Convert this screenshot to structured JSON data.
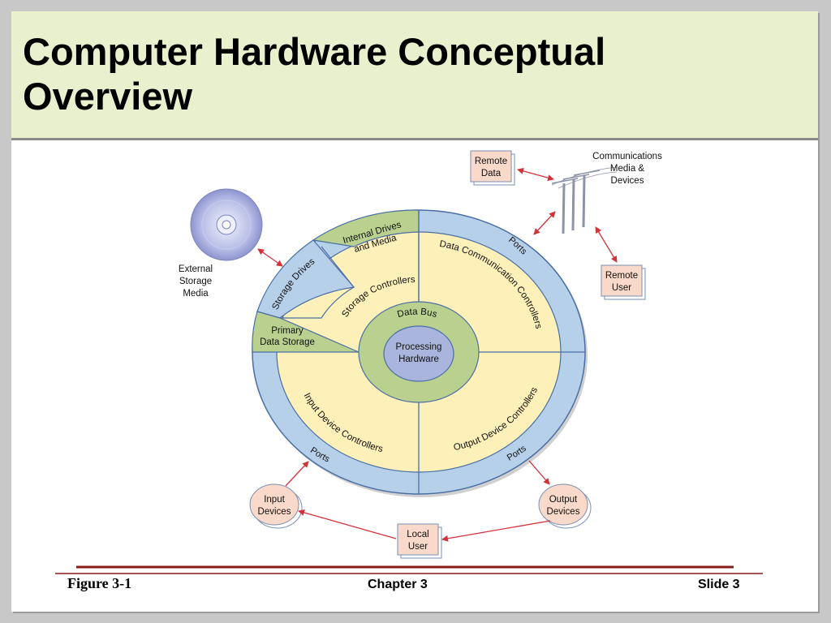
{
  "slide": {
    "title": "Computer Hardware Conceptual Overview",
    "title_line1": "Computer Hardware Conceptual",
    "title_line2": "Overview"
  },
  "diagram": {
    "center": {
      "line1": "Processing",
      "line2": "Hardware"
    },
    "data_bus": "Data Bus",
    "storage_controllers": "Storage Controllers",
    "internal_drives": {
      "line1": "Internal Drives",
      "line2": "and Media"
    },
    "storage_drives": "Storage Drives",
    "primary_storage": {
      "line1": "Primary",
      "line2": "Data Storage"
    },
    "data_comm_controllers": "Data Communication Controllers",
    "input_device_controllers": "Input Device Controllers",
    "output_device_controllers": "Output Device Controllers",
    "ports_top_right": "Ports",
    "ports_bottom_left": "Ports",
    "ports_bottom_right": "Ports",
    "external_storage": {
      "line1": "External",
      "line2": "Storage",
      "line3": "Media"
    },
    "remote_data": {
      "line1": "Remote",
      "line2": "Data"
    },
    "comm_media": {
      "line1": "Communications",
      "line2": "Media &",
      "line3": "Devices"
    },
    "remote_user": {
      "line1": "Remote",
      "line2": "User"
    },
    "input_devices": {
      "line1": "Input",
      "line2": "Devices"
    },
    "output_devices": {
      "line1": "Output",
      "line2": "Devices"
    },
    "local_user": {
      "line1": "Local",
      "line2": "User"
    }
  },
  "footer": {
    "figure": "Figure 3-1",
    "chapter": "Chapter 3",
    "slide": "Slide 3"
  },
  "colors": {
    "title_bg": "#e8f0cd",
    "outer_ring": "#b7d0ea",
    "controllers": "#fdf0b8",
    "green_sector": "#b9d08f",
    "processor": "#a9b5dc",
    "box_fill": "#f9d9c9",
    "arrow": "#d2333a",
    "rule": "#8b1a1a"
  }
}
